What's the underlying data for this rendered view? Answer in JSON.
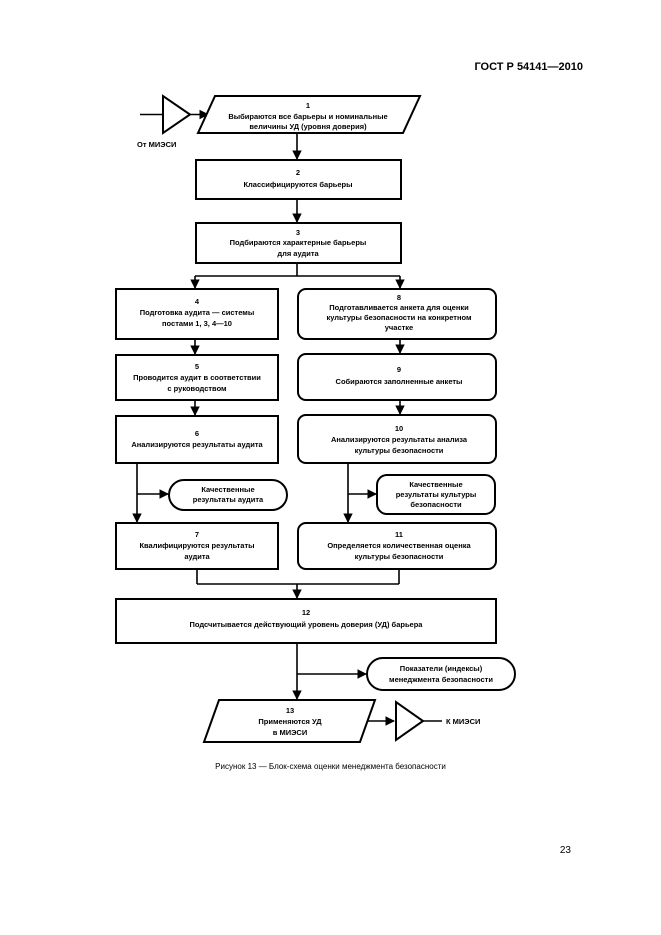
{
  "header": {
    "standard": "ГОСТ Р 54141—2010"
  },
  "page_number": "23",
  "caption": "Рисунок 13 — Блок-схема оценки менеджмента безопасности",
  "inputs": {
    "from_label": "От МИЭСИ",
    "to_label": "К МИЭСИ"
  },
  "nodes": {
    "n1": {
      "num": "1",
      "lines": [
        "Выбираются все барьеры и номинальные",
        "величины УД (уровня доверия)"
      ]
    },
    "n2": {
      "num": "2",
      "lines": [
        "Классифицируются барьеры"
      ]
    },
    "n3": {
      "num": "3",
      "lines": [
        "Подбираются характерные барьеры",
        "для аудита"
      ]
    },
    "n4": {
      "num": "4",
      "lines": [
        "Подготовка аудита — системы",
        "постами 1, 3, 4—10"
      ]
    },
    "n5": {
      "num": "5",
      "lines": [
        "Проводится аудит в соответствии",
        "с руководством"
      ]
    },
    "n6": {
      "num": "6",
      "lines": [
        "Анализируются результаты аудита"
      ]
    },
    "n7": {
      "num": "7",
      "lines": [
        "Квалифицируются результаты",
        "аудита"
      ]
    },
    "n8": {
      "num": "8",
      "lines": [
        "Подготавливается анкета для оценки",
        "культуры безопасности на конкретном",
        "участке"
      ]
    },
    "n9": {
      "num": "9",
      "lines": [
        "Собираются заполненные анкеты"
      ]
    },
    "n10": {
      "num": "10",
      "lines": [
        "Анализируются результаты анализа",
        "культуры безопасности"
      ]
    },
    "n11": {
      "num": "11",
      "lines": [
        "Определяется количественная оценка",
        "культуры безопасности"
      ]
    },
    "n12": {
      "num": "12",
      "lines": [
        "Подсчитывается действующий уровень доверия (УД) барьера"
      ]
    },
    "n13": {
      "num": "13",
      "lines": [
        "Применяются УД",
        "в МИЭСИ"
      ]
    }
  },
  "outputs": {
    "audit_results": [
      "Качественные",
      "результаты аудита"
    ],
    "culture_results": [
      "Качественные",
      "результаты культуры",
      "безопасности"
    ],
    "indicators": [
      "Показатели (индексы)",
      "менеджмента безопасности"
    ]
  }
}
